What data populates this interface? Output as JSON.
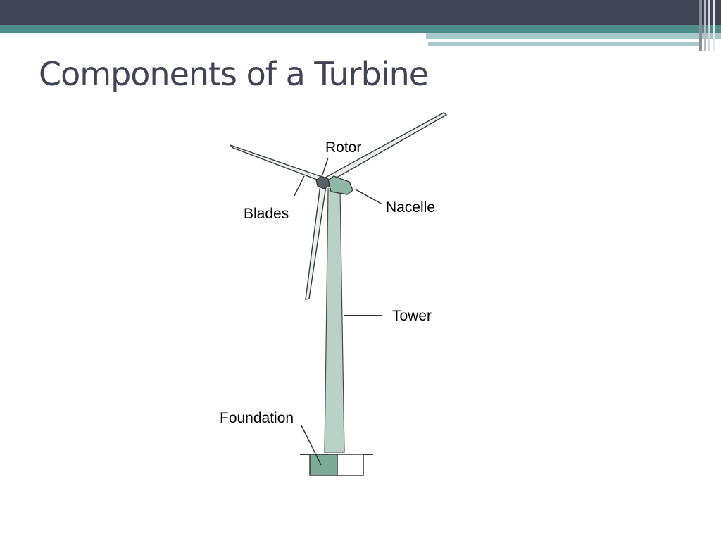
{
  "slide": {
    "title": "Components of a Turbine"
  },
  "diagram": {
    "labels": {
      "rotor": "Rotor",
      "nacelle": "Nacelle",
      "blades": "Blades",
      "tower": "Tower",
      "foundation": "Foundation"
    }
  },
  "colors": {
    "header_dark": "#414357",
    "header_teal": "#4e8c8a",
    "header_light": "#a9c8cb",
    "title_text": "#414357",
    "tower_fill": "#b9d1c6",
    "nacelle_fill": "#8fb9a6",
    "hub_fill": "#5b6169",
    "foundation_fill": "#7eab97"
  }
}
